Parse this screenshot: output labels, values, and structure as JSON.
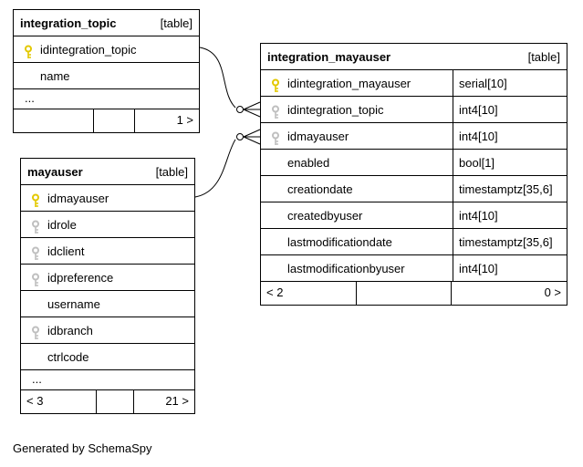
{
  "diagram": {
    "generator_note": "Generated by SchemaSpy",
    "colors": {
      "primary_key": "#e3c800",
      "foreign_key": "#bfbfbf",
      "border": "#000000",
      "background": "#ffffff"
    },
    "icons": {
      "primary_key": "key-icon-yellow",
      "foreign_key": "key-icon-gray"
    },
    "tables": {
      "integration_topic": {
        "title": "integration_topic",
        "tag": "[table]",
        "columns": [
          {
            "name": "idintegration_topic",
            "key": "primary"
          },
          {
            "name": "name",
            "key": "none"
          }
        ],
        "more_indicator": "...",
        "footer": {
          "left": "",
          "middle": "",
          "right": "1 >"
        }
      },
      "mayauser": {
        "title": "mayauser",
        "tag": "[table]",
        "columns": [
          {
            "name": "idmayauser",
            "key": "primary"
          },
          {
            "name": "idrole",
            "key": "foreign"
          },
          {
            "name": "idclient",
            "key": "foreign"
          },
          {
            "name": "idpreference",
            "key": "foreign"
          },
          {
            "name": "username",
            "key": "none"
          },
          {
            "name": "idbranch",
            "key": "foreign"
          },
          {
            "name": "ctrlcode",
            "key": "none"
          }
        ],
        "more_indicator": "...",
        "footer": {
          "left": "< 3",
          "middle": "",
          "right": "21 >"
        }
      },
      "integration_mayauser": {
        "title": "integration_mayauser",
        "tag": "[table]",
        "columns": [
          {
            "name": "idintegration_mayauser",
            "key": "primary",
            "type": "serial[10]"
          },
          {
            "name": "idintegration_topic",
            "key": "foreign",
            "type": "int4[10]"
          },
          {
            "name": "idmayauser",
            "key": "foreign",
            "type": "int4[10]"
          },
          {
            "name": "enabled",
            "key": "none",
            "type": "bool[1]"
          },
          {
            "name": "creationdate",
            "key": "none",
            "type": "timestamptz[35,6]"
          },
          {
            "name": "createdbyuser",
            "key": "none",
            "type": "int4[10]"
          },
          {
            "name": "lastmodificationdate",
            "key": "none",
            "type": "timestamptz[35,6]"
          },
          {
            "name": "lastmodificationbyuser",
            "key": "none",
            "type": "int4[10]"
          }
        ],
        "footer": {
          "left": "< 2",
          "middle": "",
          "right": "0 >"
        }
      }
    },
    "relationships": [
      {
        "from": "integration_topic.idintegration_topic",
        "to": "integration_mayauser.idintegration_topic",
        "to_cardinality": "zero-or-many"
      },
      {
        "from": "mayauser.idmayauser",
        "to": "integration_mayauser.idmayauser",
        "to_cardinality": "zero-or-many"
      }
    ]
  }
}
